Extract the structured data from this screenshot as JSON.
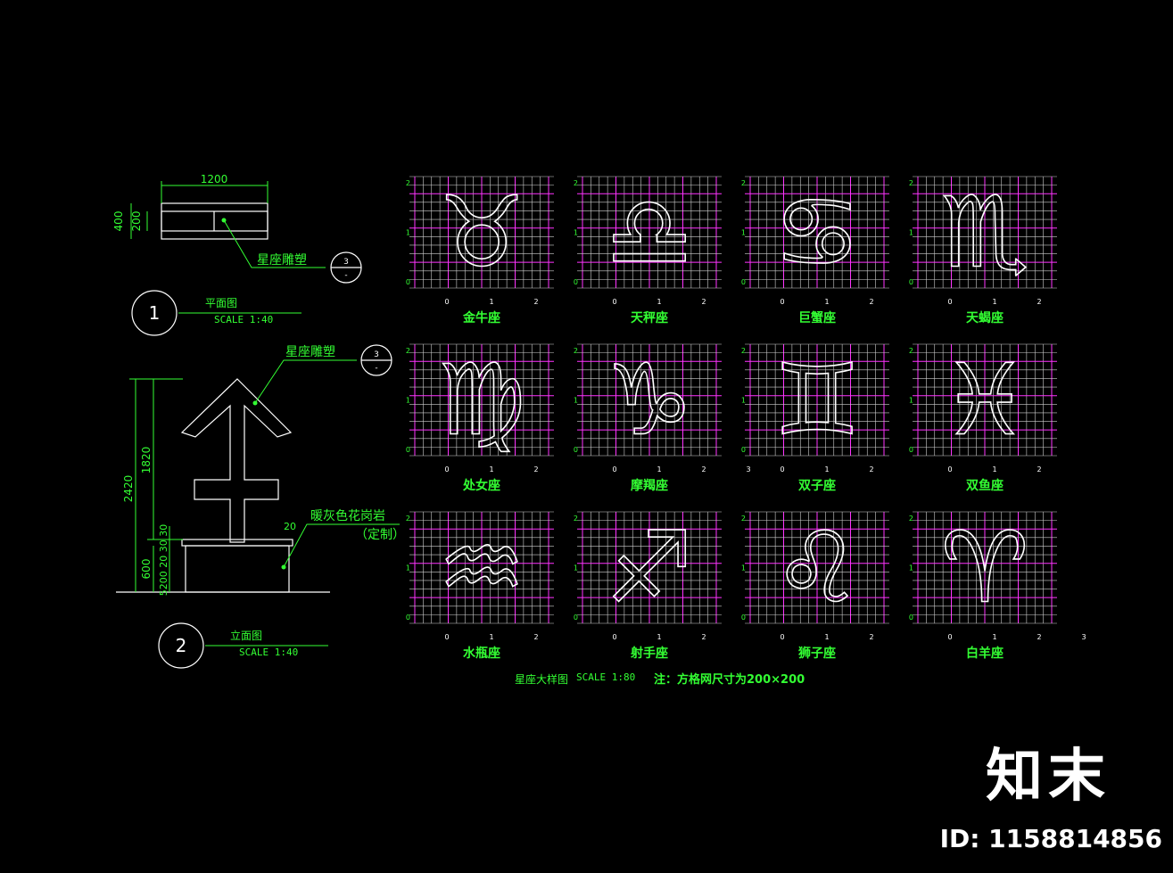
{
  "plan": {
    "width_dim": "1200",
    "height_dim_outer": "400",
    "height_dim_inner": "200",
    "leader_label": "星座雕塑",
    "ref_top": "3",
    "ref_bottom": "-",
    "view_number": "1",
    "view_title": "平面图",
    "view_scale": "SCALE  1:40"
  },
  "elevation": {
    "leader_label": "星座雕塑",
    "ref_top": "3",
    "ref_bottom": "-",
    "dim_total": "2420",
    "dim_sculpture": "1820",
    "dim_base": "600",
    "dim_stack": "5200 20 30 30",
    "dim_cap": "20",
    "material_line1": "暖灰色花岗岩",
    "material_line2": "（定制）",
    "view_number": "2",
    "view_title": "立面图",
    "view_scale": "SCALE  1:40"
  },
  "detail": {
    "title": "星座大样图",
    "scale": "SCALE 1:80",
    "note": "注：方格网尺寸为200×200"
  },
  "zodiac": [
    {
      "name": "金牛座",
      "symbol": "♉",
      "x_ticks": [
        "0",
        "1",
        "2"
      ],
      "y_ticks": [
        "0",
        "1",
        "2"
      ]
    },
    {
      "name": "天秤座",
      "symbol": "♎",
      "x_ticks": [
        "0",
        "1",
        "2"
      ],
      "y_ticks": [
        "0",
        "1",
        "2"
      ]
    },
    {
      "name": "巨蟹座",
      "symbol": "♋",
      "x_ticks": [
        "0",
        "1",
        "2"
      ],
      "y_ticks": [
        "0",
        "1",
        "2"
      ]
    },
    {
      "name": "天蝎座",
      "symbol": "♏",
      "x_ticks": [
        "0",
        "1",
        "2"
      ],
      "y_ticks": [
        "0",
        "1",
        "2"
      ]
    },
    {
      "name": "处女座",
      "symbol": "♍",
      "x_ticks": [
        "0",
        "1",
        "2"
      ],
      "y_ticks": [
        "0",
        "1",
        "2"
      ]
    },
    {
      "name": "摩羯座",
      "symbol": "♑",
      "x_ticks": [
        "0",
        "1",
        "2",
        "3"
      ],
      "y_ticks": [
        "0",
        "1",
        "2"
      ]
    },
    {
      "name": "双子座",
      "symbol": "♊",
      "x_ticks": [
        "0",
        "1",
        "2"
      ],
      "y_ticks": [
        "0",
        "1",
        "2"
      ]
    },
    {
      "name": "双鱼座",
      "symbol": "♓",
      "x_ticks": [
        "0",
        "1",
        "2"
      ],
      "y_ticks": [
        "0",
        "1",
        "2"
      ]
    },
    {
      "name": "水瓶座",
      "symbol": "♒",
      "x_ticks": [
        "0",
        "1",
        "2"
      ],
      "y_ticks": [
        "0",
        "1",
        "2"
      ]
    },
    {
      "name": "射手座",
      "symbol": "♐",
      "x_ticks": [
        "0",
        "1",
        "2"
      ],
      "y_ticks": [
        "0",
        "1",
        "2"
      ]
    },
    {
      "name": "狮子座",
      "symbol": "♌",
      "x_ticks": [
        "0",
        "1",
        "2"
      ],
      "y_ticks": [
        "0",
        "1",
        "2"
      ]
    },
    {
      "name": "白羊座",
      "symbol": "♈",
      "x_ticks": [
        "0",
        "1",
        "2",
        "3"
      ],
      "y_ticks": [
        "0",
        "1",
        "2"
      ]
    }
  ],
  "watermark": {
    "brand": "知末",
    "id": "ID: 1158814856"
  },
  "colors": {
    "background": "#000000",
    "dimension": "#33ff33",
    "drawing": "#ffffff",
    "grid_major": "#ff33ff",
    "grid_minor": "#cfcfcf"
  }
}
